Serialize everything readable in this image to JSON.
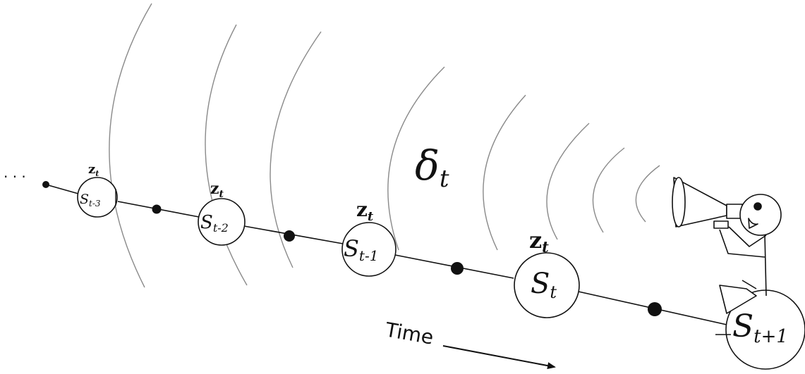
{
  "diagram": {
    "ellipsis": "· · ·",
    "delta": {
      "symbol": "δ",
      "sub": "t"
    },
    "time_label": "Time",
    "states": [
      {
        "main": "S",
        "sub": "t-3",
        "z": "z",
        "z_sub": "t"
      },
      {
        "main": "S",
        "sub": "t-2",
        "z": "z",
        "z_sub": "t"
      },
      {
        "main": "S",
        "sub": "t-1",
        "z": "z",
        "z_sub": "t"
      },
      {
        "main": "S",
        "sub": "t",
        "z": "z",
        "z_sub": "t"
      },
      {
        "main": "S",
        "sub": "t+1"
      }
    ],
    "colors": {
      "ink": "#111111",
      "arc": "#8a8a8a",
      "background": "#ffffff"
    }
  }
}
